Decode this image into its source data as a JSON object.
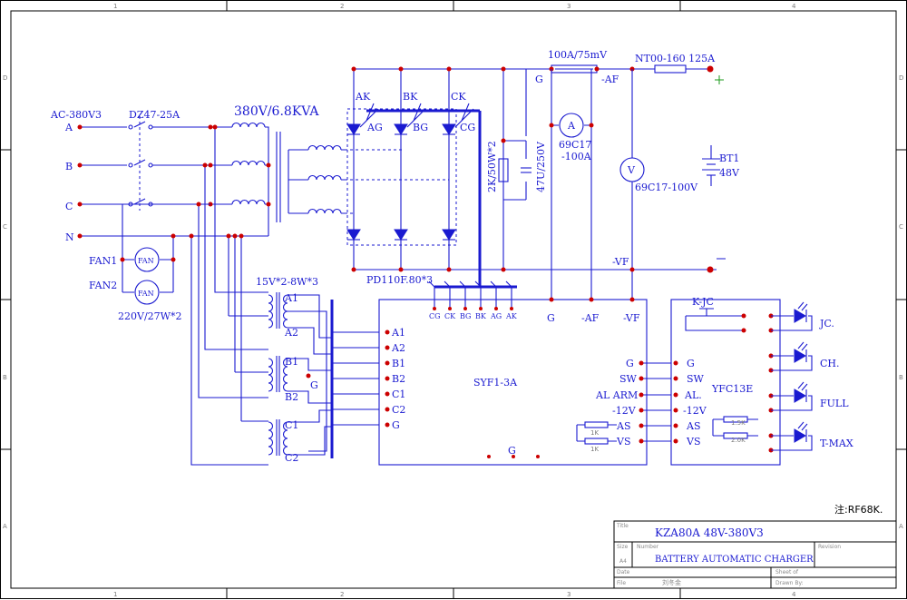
{
  "title_block": {
    "title_field": "Title",
    "title": "KZA80A 48V-380V3",
    "size_field": "Size",
    "size_value": "A4",
    "number_field": "Number",
    "number_value": "BATTERY AUTOMATIC CHARGER",
    "revision_field": "Revision",
    "date_field": "Date",
    "file_field": "File",
    "sheet_field": "Sheet  of",
    "drawn_field": "Drawn By:",
    "file_value": "刘冬金"
  },
  "grid": {
    "cols": [
      "1",
      "2",
      "3",
      "4"
    ],
    "rows": [
      "D",
      "C",
      "B",
      "A"
    ]
  },
  "note": "注:RF68K.",
  "input": {
    "label": "AC-380V3",
    "phases": [
      "A",
      "B",
      "C",
      "N"
    ],
    "breaker": "DZ47-25A",
    "transformer": "380V/6.8KVA"
  },
  "fans": {
    "fan1": "FAN1",
    "fan2": "FAN2",
    "symbol": "FAN",
    "rating": "220V/27W*2"
  },
  "aux_transformer": {
    "rating": "15V*2-8W*3",
    "windings": [
      "A1",
      "A2",
      "B1",
      "B2",
      "C1",
      "C2"
    ],
    "gnd": "G"
  },
  "bridge": {
    "anodes": [
      "AK",
      "BK",
      "CK"
    ],
    "gates": [
      "AG",
      "BG",
      "CG"
    ],
    "module": "PD110F.80*3"
  },
  "dc_side": {
    "resistor": "2K/50W*2",
    "capacitor": "47U/250V",
    "shunt": "100A/75mV",
    "fuse": "NT00-160 125A",
    "g_label": "G",
    "af_label": "-AF",
    "vf_label": "-VF",
    "ammeter_symbol": "A",
    "ammeter": "69C17",
    "ammeter_range": "-100A",
    "voltmeter_symbol": "V",
    "voltmeter": "69C17-100V",
    "battery": "BT1",
    "battery_v": "48V"
  },
  "controller": {
    "name": "SYF1-3A",
    "top_pins": [
      "CG",
      "CK",
      "BG",
      "BK",
      "AG",
      "AK"
    ],
    "top_right": [
      "G",
      "-AF",
      "-VF"
    ],
    "left_pins": [
      "A1",
      "A2",
      "B1",
      "B2",
      "C1",
      "C2",
      "G"
    ],
    "right_pins": [
      "G",
      "SW",
      "AL ARM",
      "-12V",
      "AS",
      "VS"
    ],
    "bottom": "G",
    "res_k": "1K",
    "res_k2": "1K"
  },
  "display": {
    "name": "YFC13E",
    "pins": [
      "G",
      "SW",
      "AL.",
      "-12V",
      "AS",
      "VS"
    ],
    "switch": "K-JC",
    "leds": [
      "JC.",
      "CH.",
      "FULL",
      "T-MAX"
    ],
    "res1": "1.5K",
    "res2": "2.0K"
  },
  "colors": {
    "wire": "#1a1ad0",
    "node": "#cc0000",
    "frame": "#000000"
  }
}
